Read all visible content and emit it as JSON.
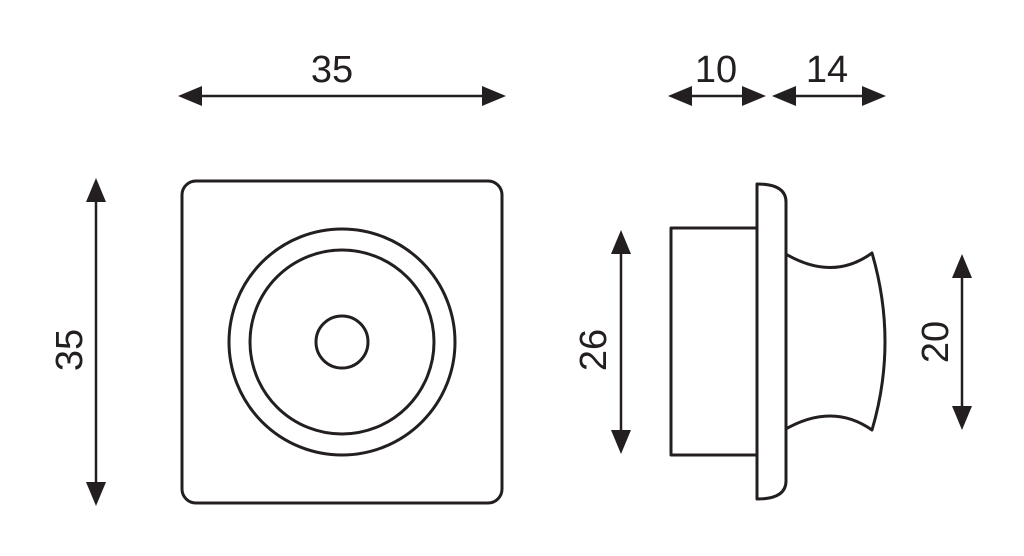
{
  "colors": {
    "line": "#231f20",
    "background": "#ffffff"
  },
  "front_view": {
    "width_label": "35",
    "height_label": "35"
  },
  "side_view": {
    "depth_label": "10",
    "knob_length_label": "14",
    "body_height_label": "26",
    "knob_height_label": "20"
  }
}
